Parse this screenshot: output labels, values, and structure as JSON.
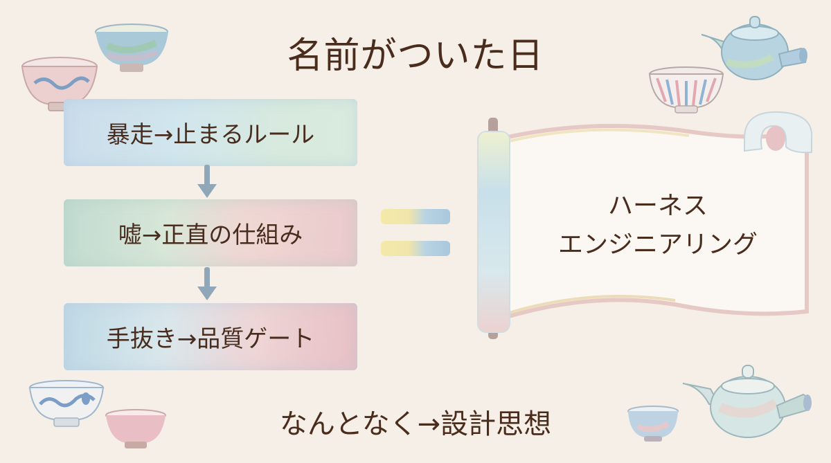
{
  "title": "名前がついた日",
  "flow": {
    "steps": [
      {
        "label": "暴走→止まるルール"
      },
      {
        "label": "嘘→正直の仕組み"
      },
      {
        "label": "手抜き→品質ゲート"
      }
    ],
    "connector_icon": "arrow-down-icon"
  },
  "equals_icon": "equals-sign-icon",
  "scroll": {
    "line1": "ハーネス",
    "line2": "エンジニアリング"
  },
  "footer": "なんとなく→設計思想",
  "colors": {
    "background": "#f5efe7",
    "text": "#4a2c1c",
    "arrow": "#8fa7b8",
    "equals_yellow": "#f4e9a8",
    "equals_blue": "#a9c8dd"
  },
  "decorations": [
    "teacup-patterned-top-left",
    "teacup-blue-top-left",
    "teapot-top-right",
    "teacup-striped-top-right",
    "teacup-floral-bottom-left",
    "teacup-pink-bottom-left",
    "teacup-bottom-right",
    "teapot-bottom-right"
  ]
}
